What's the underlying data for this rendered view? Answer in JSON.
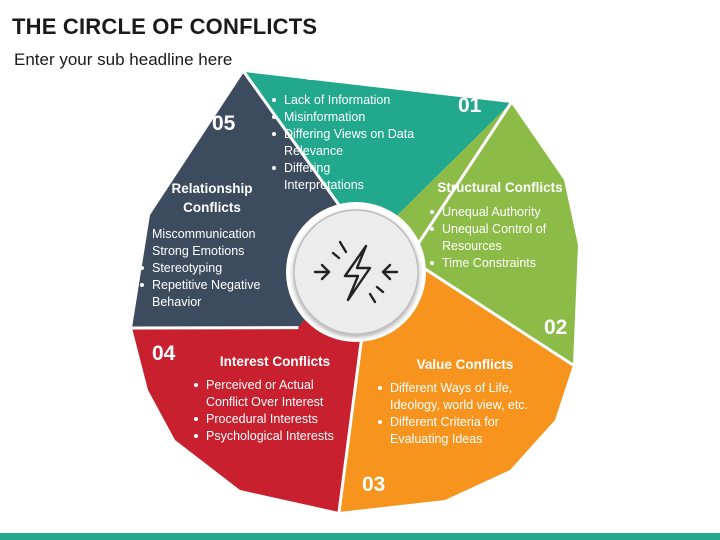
{
  "title": "THE CIRCLE OF CONFLICTS",
  "subtitle": "Enter your sub headline here",
  "icon": "lightning-conflict-icon",
  "colors": {
    "data": "#22a88c",
    "structural": "#8cbc47",
    "value": "#f7941d",
    "interest": "#c8202f",
    "relationship": "#3d4b5e",
    "accent_bar": "#27a98e"
  },
  "segments": [
    {
      "key": "data",
      "number": "01",
      "title_lines": [
        "Data Conflicts"
      ],
      "bullets": [
        [
          "Lack of Information"
        ],
        [
          "Misinformation"
        ],
        [
          "Differing Views on Data",
          "Relevance"
        ],
        [
          "Differing",
          "Interpretations"
        ]
      ]
    },
    {
      "key": "structural",
      "number": "02",
      "title_lines": [
        "Structural Conflicts"
      ],
      "bullets": [
        [
          "Unequal Authority"
        ],
        [
          "Unequal Control of",
          "Resources"
        ],
        [
          "Time Constraints"
        ]
      ]
    },
    {
      "key": "value",
      "number": "03",
      "title_lines": [
        "Value Conflicts"
      ],
      "bullets": [
        [
          "Different Ways of Life,",
          "Ideology, world view, etc."
        ],
        [
          "Different Criteria for",
          "Evaluating Ideas"
        ]
      ]
    },
    {
      "key": "interest",
      "number": "04",
      "title_lines": [
        "Interest Conflicts"
      ],
      "bullets": [
        [
          "Perceived or Actual",
          "Conflict Over Interest"
        ],
        [
          "Procedural Interests"
        ],
        [
          "Psychological Interests"
        ]
      ]
    },
    {
      "key": "relationship",
      "number": "05",
      "title_lines": [
        "Relationship",
        "Conflicts"
      ],
      "bullets": [
        [
          "Miscommunication"
        ],
        [
          "Strong Emotions"
        ],
        [
          "Stereotyping"
        ],
        [
          "Repetitive Negative",
          "Behavior"
        ]
      ]
    }
  ]
}
